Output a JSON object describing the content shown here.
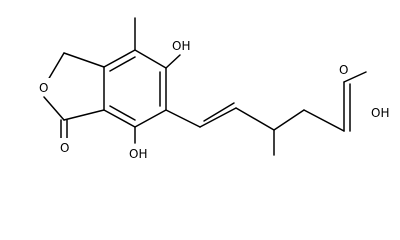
{
  "molecule": {
    "atoms": [
      {
        "id": "o_ring",
        "label": "O"
      },
      {
        "id": "o_carbonyl",
        "label": "O"
      },
      {
        "id": "oh_top",
        "label": "OH"
      },
      {
        "id": "oh_bottom",
        "label": "OH"
      },
      {
        "id": "o_acid",
        "label": "O"
      },
      {
        "id": "oh_acid",
        "label": "OH"
      }
    ]
  },
  "colors": {
    "bond": "#000000",
    "background": "#ffffff"
  }
}
